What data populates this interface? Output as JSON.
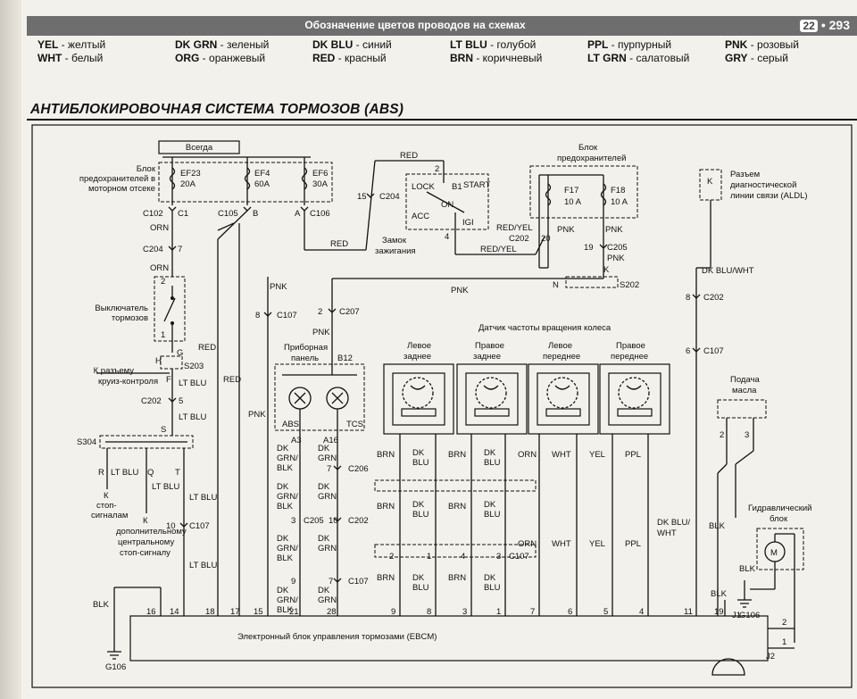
{
  "header": {
    "title": "Обозначение цветов проводов на схемах",
    "section": "22",
    "page": "• 293"
  },
  "legend": [
    {
      "code": "YEL",
      "name": "желтый"
    },
    {
      "code": "WHT",
      "name": "белый"
    },
    {
      "code": "DK GRN",
      "name": "зеленый"
    },
    {
      "code": "ORG",
      "name": "оранжевый"
    },
    {
      "code": "DK BLU",
      "name": "синий"
    },
    {
      "code": "RED",
      "name": "красный"
    },
    {
      "code": "LT BLU",
      "name": "голубой"
    },
    {
      "code": "BRN",
      "name": "коричневый"
    },
    {
      "code": "PPL",
      "name": "пурпурный"
    },
    {
      "code": "LT GRN",
      "name": "салатовый"
    },
    {
      "code": "PNK",
      "name": "розовый"
    },
    {
      "code": "GRY",
      "name": "серый"
    }
  ],
  "diagram_title": "АНТИБЛОКИРОВОЧНАЯ СИСТЕМА ТОРМОЗОВ (ABS)",
  "labels": {
    "always": "Всегда",
    "fuse_block_engine_1": "Блок",
    "fuse_block_engine_2": "предохранителей в",
    "fuse_block_engine_3": "моторном отсеке",
    "fuse_block_2_1": "Блок",
    "fuse_block_2_2": "предохранителей",
    "ignition_1": "Замок",
    "ignition_2": "зажигания",
    "brake_switch_1": "Выключатель",
    "brake_switch_2": "тормозов",
    "cruise_1": "К разъему",
    "cruise_2": "круиз-контроля",
    "stop_1": "К",
    "stop_2": "стоп-",
    "stop_3": "сигналам",
    "cstop_1": "К",
    "cstop_2": "дополнительному",
    "cstop_3": "центральному",
    "cstop_4": "стоп-сигналу",
    "panel_1": "Приборная",
    "panel_2": "панель",
    "wss_title": "Датчик частоты вращения колеса",
    "rl_1": "Левое",
    "rl_2": "заднее",
    "rr_1": "Правое",
    "rr_2": "заднее",
    "fl_1": "Левое",
    "fl_2": "переднее",
    "fr_1": "Правое",
    "fr_2": "переднее",
    "aldl_1": "Разъем",
    "aldl_2": "диагностической",
    "aldl_3": "линии связи (ALDL)",
    "oil_1": "Подача",
    "oil_2": "масла",
    "hydro_1": "Гидравлический",
    "hydro_2": "блок",
    "ebcm": "Электронный блок управления тормозами (EBCM)",
    "lamp_abs": "ABS",
    "lamp_tcs": "TCS",
    "motor": "M",
    "lock": "LOCK",
    "start": "START",
    "on": "ON",
    "acc": "ACC",
    "b1": "B1",
    "igi": "IGI",
    "g106_a": "G106",
    "g106_b": "G106"
  },
  "fuses": [
    {
      "name": "EF23",
      "amp": "20A"
    },
    {
      "name": "EF4",
      "amp": "60A"
    },
    {
      "name": "EF6",
      "amp": "30A"
    },
    {
      "name": "F17",
      "amp": "10 A"
    },
    {
      "name": "F18",
      "amp": "10 A"
    }
  ],
  "connectors": {
    "c102": "C102",
    "c1": "C1",
    "c105": "C105",
    "b": "B",
    "a": "A",
    "c106": "C106",
    "n15": "15",
    "c204a": "C204",
    "n7a": "7",
    "c204b": "C204",
    "n2_ign": "2",
    "n4_ign": "4",
    "c202a": "C202",
    "n20": "20",
    "n19": "19",
    "c205a": "C205",
    "n_s202": "N",
    "s202": "S202",
    "n8a": "8",
    "c107a": "C107",
    "n2a": "2",
    "c207": "C207",
    "n2_sw": "2",
    "n1_sw": "1",
    "h": "H",
    "g": "G",
    "s203": "S203",
    "f": "F",
    "c202b": "C202",
    "n5": "5",
    "s304": "S304",
    "s": "S",
    "r": "R",
    "q": "Q",
    "t": "T",
    "k1": "K",
    "k2": "K",
    "n10a": "10",
    "c107b": "C107",
    "b12": "B12",
    "a3": "A3",
    "a16": "A16",
    "n9a": "9",
    "n7b": "7",
    "c206": "C206",
    "n3a": "3",
    "c205b": "C205",
    "n10b": "10",
    "c202c": "C202",
    "n9b": "9",
    "n7c": "7",
    "c107c": "C107",
    "w2": "2",
    "w1": "1",
    "w4": "4",
    "w3": "3",
    "c107d": "C107",
    "k_aldl": "K",
    "n8b": "8",
    "c202d": "C202",
    "n6": "6",
    "c107e": "C107",
    "o2": "2",
    "o3": "3",
    "p16": "16",
    "p14": "14",
    "p18": "18",
    "p17": "17",
    "p15": "15",
    "p21": "21",
    "p28": "28",
    "p9": "9",
    "p8": "8",
    "p3": "3",
    "p1": "1",
    "p7": "7",
    "p6": "6",
    "p5": "5",
    "p4": "4",
    "p11": "11",
    "p19": "19",
    "j1": "J1",
    "j2": "J2",
    "h2": "2",
    "h1": "1"
  },
  "wire_labels": {
    "orn1": "ORN",
    "orn2": "ORN",
    "red_top": "RED",
    "red_mid": "RED",
    "red_yel1": "RED/YEL",
    "red_yel2": "RED/YEL",
    "pnk1": "PNK",
    "pnk2": "PNK",
    "k_pnk": "K",
    "pnk_mid": "PNK",
    "pnk_left": "PNK",
    "pnk_c207": "PNK",
    "pnk_long": "PNK",
    "red_l1": "RED",
    "red_l2": "RED",
    "ltblu1": "LT BLU",
    "ltblu2": "LT BLU",
    "ltblu_r": "LT BLU",
    "ltblu3": "LT BLU",
    "ltblu4": "LT BLU",
    "ltblu5": "LT BLU",
    "dk_a": "DK",
    "grn_a": "GRN/",
    "blk_a": "BLK",
    "dk_b": "DK",
    "grn_b": "GRN",
    "dk_c": "DK",
    "grn_c": "GRN/",
    "blk_c": "BLK",
    "dk_d": "DK",
    "grn_d": "GRN",
    "dk_e": "DK",
    "grn_e": "GRN/",
    "blk_e": "BLK",
    "dk_f": "DK",
    "grn_f": "GRN",
    "dk_g": "DK",
    "grn_g": "GRN/",
    "blk_g": "BLK",
    "dk_h": "DK",
    "grn_h": "GRN",
    "brn1": "BRN",
    "dk1": "DK",
    "blu1": "BLU",
    "brn2": "BRN",
    "dk2": "DK",
    "blu2": "BLU",
    "orn3": "ORN",
    "wht1": "WHT",
    "yel1": "YEL",
    "ppl1": "PPL",
    "brn3": "BRN",
    "dk3": "DK",
    "blu3": "BLU",
    "brn4": "BRN",
    "dk4": "DK",
    "blu4": "BLU",
    "orn4": "ORN",
    "wht2": "WHT",
    "yel2": "YEL",
    "ppl2": "PPL",
    "brn5": "BRN",
    "dk5": "DK",
    "blu5": "BLU",
    "brn6": "BRN",
    "dk6": "DK",
    "blu6": "BLU",
    "dkbluwht1": "DK BLU/WHT",
    "dkblu_wht_a": "DK BLU/",
    "dkblu_wht_b": "WHT",
    "blk1": "BLK",
    "blk2": "BLK",
    "blk3": "BLK"
  }
}
